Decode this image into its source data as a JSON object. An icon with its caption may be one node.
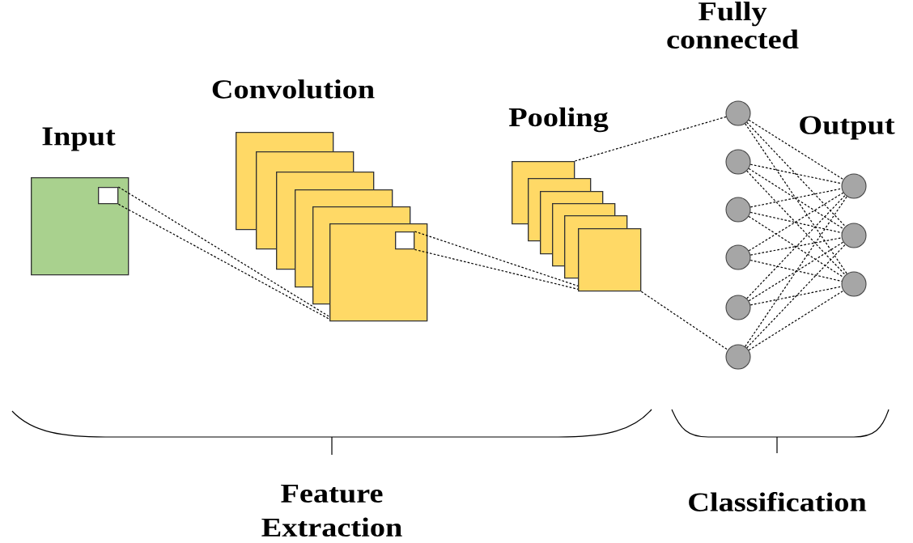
{
  "diagram": {
    "nodes": [
      {
        "text": [],
        "shape": "box"
      },
      {
        "text": [],
        "shape": "box",
        "in": 0
      },
      {
        "text": [],
        "shape": "box"
      },
      {
        "text": [],
        "shape": "box"
      },
      {
        "text": [],
        "shape": "box"
      },
      {
        "text": [],
        "shape": "box"
      },
      {
        "text": [],
        "shape": "box"
      },
      {
        "text": [],
        "shape": "box"
      },
      {
        "text": [],
        "shape": "box",
        "in": 7
      },
      {
        "text": [],
        "shape": "box"
      },
      {
        "text": [],
        "shape": "box"
      },
      {
        "text": [],
        "shape": "box"
      },
      {
        "text": [],
        "shape": "box"
      },
      {
        "text": [],
        "shape": "box"
      },
      {
        "text": [],
        "shape": "box"
      },
      {
        "text": [],
        "shape": "circle"
      },
      {
        "text": [],
        "shape": "circle"
      },
      {
        "text": [],
        "shape": "circle"
      },
      {
        "text": [],
        "shape": "circle"
      },
      {
        "text": [],
        "shape": "circle"
      },
      {
        "text": [],
        "shape": "circle"
      },
      {
        "text": [],
        "shape": "circle"
      },
      {
        "text": [],
        "shape": "circle"
      },
      {
        "text": [],
        "shape": "circle"
      }
    ],
    "edges": [
      {
        "from": 1,
        "to": 7,
        "arrow": "none",
        "style": "dashed"
      },
      {
        "from": 1,
        "to": 7,
        "arrow": "none",
        "style": "dashed"
      },
      {
        "from": 8,
        "to": 14,
        "arrow": "none",
        "style": "dashed"
      },
      {
        "from": 8,
        "to": 14,
        "arrow": "none",
        "style": "dashed"
      },
      {
        "from": 9,
        "to": 15,
        "arrow": "none",
        "style": "dashed"
      },
      {
        "from": 14,
        "to": 20,
        "arrow": "none",
        "style": "dashed"
      },
      {
        "from": 15,
        "to": 21,
        "arrow": "none",
        "style": "dashed"
      },
      {
        "from": 15,
        "to": 22,
        "arrow": "none",
        "style": "dashed"
      },
      {
        "from": 15,
        "to": 23,
        "arrow": "none",
        "style": "dashed"
      },
      {
        "from": 16,
        "to": 21,
        "arrow": "none",
        "style": "dashed"
      },
      {
        "from": 16,
        "to": 22,
        "arrow": "none",
        "style": "dashed"
      },
      {
        "from": 16,
        "to": 23,
        "arrow": "none",
        "style": "dashed"
      },
      {
        "from": 17,
        "to": 21,
        "arrow": "none",
        "style": "dashed"
      },
      {
        "from": 17,
        "to": 22,
        "arrow": "none",
        "style": "dashed"
      },
      {
        "from": 17,
        "to": 23,
        "arrow": "none",
        "style": "dashed"
      },
      {
        "from": 18,
        "to": 21,
        "arrow": "none",
        "style": "dashed"
      },
      {
        "from": 18,
        "to": 22,
        "arrow": "none",
        "style": "dashed"
      },
      {
        "from": 18,
        "to": 23,
        "arrow": "none",
        "style": "dashed"
      },
      {
        "from": 19,
        "to": 21,
        "arrow": "none",
        "style": "dashed"
      },
      {
        "from": 19,
        "to": 22,
        "arrow": "none",
        "style": "dashed"
      },
      {
        "from": 19,
        "to": 23,
        "arrow": "none",
        "style": "dashed"
      },
      {
        "from": 20,
        "to": 21,
        "arrow": "none",
        "style": "dashed"
      },
      {
        "from": 20,
        "to": 22,
        "arrow": "none",
        "style": "dashed"
      },
      {
        "from": 20,
        "to": 23,
        "arrow": "none",
        "style": "dashed"
      }
    ],
    "labels": [
      "Input",
      "Convolution",
      "Pooling",
      "Fully connected",
      "Output",
      "Feature Extraction",
      "Classification"
    ]
  }
}
